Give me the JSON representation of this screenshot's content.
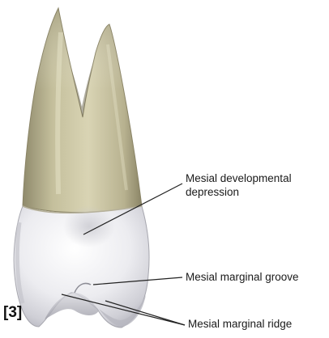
{
  "figure": {
    "figure_number": "[3]",
    "labels": {
      "mesial_developmental_depression_line1": "Mesial developmental",
      "mesial_developmental_depression_line2": "depression",
      "mesial_marginal_groove": "Mesial marginal groove",
      "mesial_marginal_ridge": "Mesial marginal ridge"
    },
    "colors": {
      "root_light": "#d4cfae",
      "root_dark": "#9e9878",
      "crown_light": "#f7f7f9",
      "crown_shade": "#c9c9cf",
      "leader_line": "#222222"
    }
  }
}
